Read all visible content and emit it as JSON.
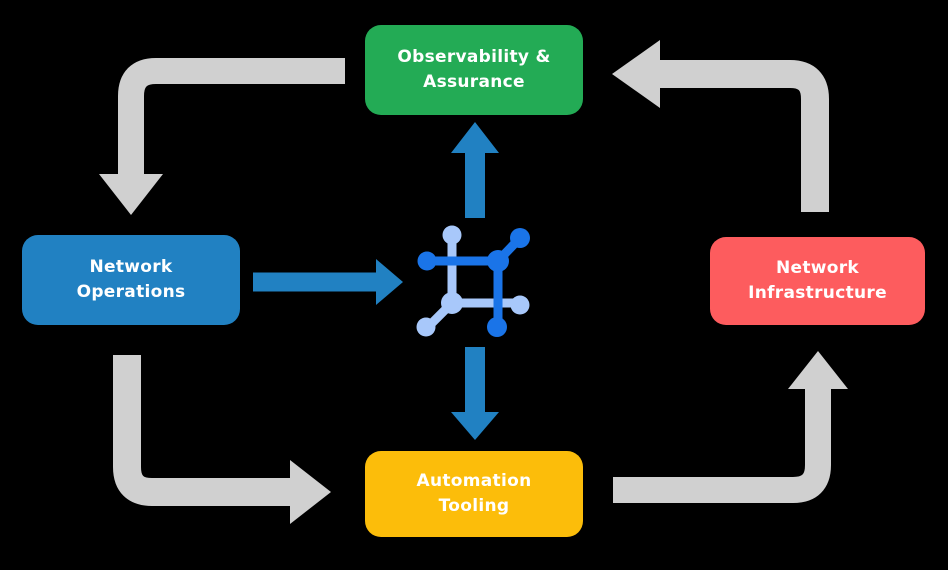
{
  "diagram": {
    "description": "Closed-loop network automation lifecycle with a central network-fabric icon"
  },
  "colors": {
    "node_green": "#23ab55",
    "node_blue": "#2181c2",
    "node_red": "#fd5c5e",
    "node_yellow": "#fcbd0a",
    "arrow_gray": "#d0d0d0",
    "arrow_blue": "#2181c2",
    "icon_dark_blue": "#1a74e8",
    "icon_light_blue": "#a8c8fa",
    "label_text": "#ffffff",
    "background": "#000000"
  },
  "nodes": {
    "observability": {
      "label": "Observability & Assurance",
      "lines": [
        "Observability &",
        "Assurance"
      ],
      "color": "#23ab55"
    },
    "operations": {
      "label": "Network Operations",
      "lines": [
        "Network",
        "Operations"
      ],
      "color": "#2181c2"
    },
    "infrastructure": {
      "label": "Network Infrastructure",
      "lines": [
        "Network",
        "Infrastructure"
      ],
      "color": "#fd5c5e"
    },
    "automation": {
      "label": "Automation Tooling",
      "lines": [
        "Automation",
        "Tooling"
      ],
      "color": "#fcbd0a"
    }
  },
  "center_icon": {
    "name": "network-fabric-icon"
  },
  "connections": [
    {
      "from": "observability-assurance",
      "to": "network-operations",
      "style": "gray-elbow-arrow"
    },
    {
      "from": "network-infrastructure",
      "to": "observability-assurance",
      "style": "gray-elbow-arrow"
    },
    {
      "from": "network-operations",
      "to": "automation-tooling",
      "style": "gray-elbow-arrow"
    },
    {
      "from": "automation-tooling",
      "to": "network-infrastructure",
      "style": "gray-elbow-arrow"
    },
    {
      "from": "network-operations",
      "to": "network-fabric-icon",
      "style": "blue-straight-arrow"
    },
    {
      "from": "network-fabric-icon",
      "to": "observability-assurance",
      "style": "blue-straight-arrow"
    },
    {
      "from": "network-fabric-icon",
      "to": "automation-tooling",
      "style": "blue-straight-arrow"
    }
  ]
}
